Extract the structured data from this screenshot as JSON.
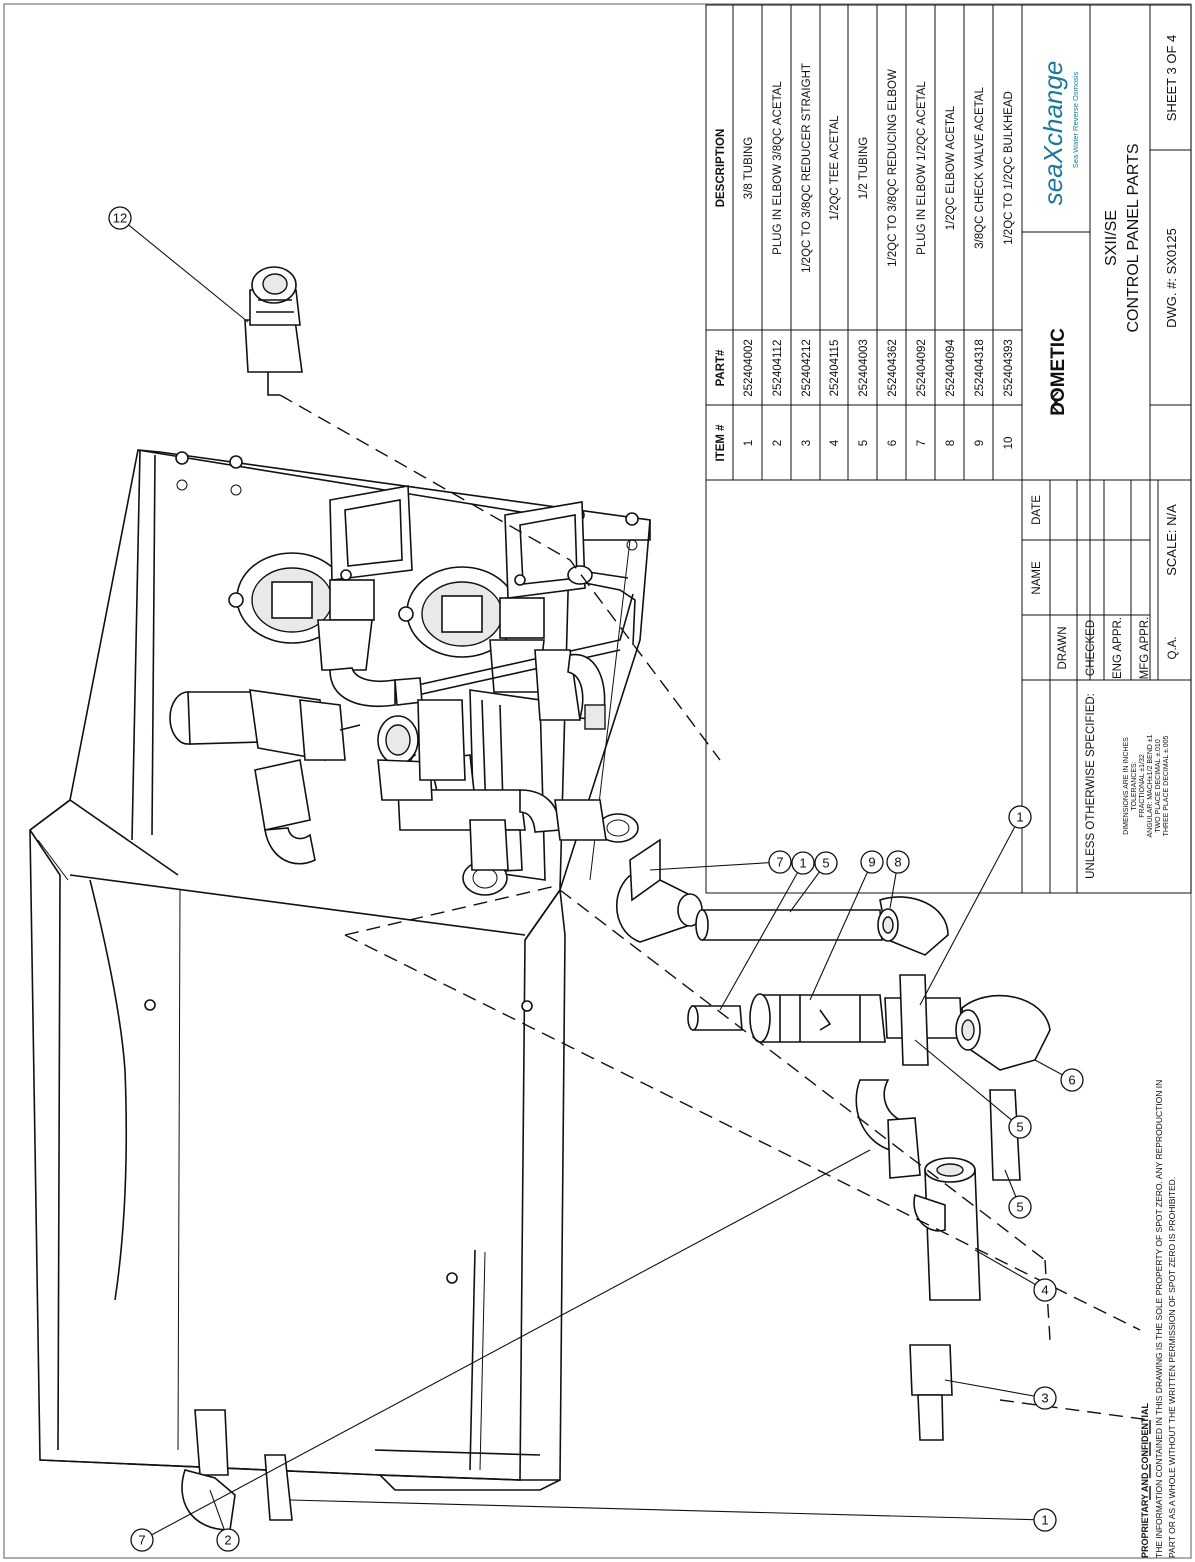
{
  "bom": {
    "headers": {
      "item": "ITEM #",
      "part": "PART#",
      "desc": "DESCRIPTION"
    },
    "rows": [
      {
        "item": "1",
        "part": "252404002",
        "desc": "3/8 TUBING"
      },
      {
        "item": "2",
        "part": "252404112",
        "desc": "PLUG IN ELBOW 3/8QC ACETAL"
      },
      {
        "item": "3",
        "part": "252404212",
        "desc": "1/2QC TO 3/8QC REDUCER STRAIGHT"
      },
      {
        "item": "4",
        "part": "252404115",
        "desc": "1/2QC TEE ACETAL"
      },
      {
        "item": "5",
        "part": "252404003",
        "desc": "1/2 TUBING"
      },
      {
        "item": "6",
        "part": "252404362",
        "desc": "1/2QC TO 3/8QC REDUCING ELBOW"
      },
      {
        "item": "7",
        "part": "252404092",
        "desc": "PLUG IN ELBOW 1/2QC ACETAL"
      },
      {
        "item": "8",
        "part": "252404094",
        "desc": "1/2QC ELBOW ACETAL"
      },
      {
        "item": "9",
        "part": "252404318",
        "desc": "3/8QC CHECK VALVE ACETAL"
      },
      {
        "item": "10",
        "part": "252404393",
        "desc": "1/2QC TO 1/2QC BULKHEAD"
      }
    ]
  },
  "title_block": {
    "brand_dometic": "DOMETIC",
    "brand_seaxchange": "seaXchange",
    "brand_tagline": "Sea Water Reverse Osmosis",
    "drawing_title_line1": "SXII/SE",
    "drawing_title_line2": "CONTROL PANEL PARTS",
    "scale": "SCALE: N/A",
    "dwg_no": "DWG. #: SX0125",
    "sheet": "SHEET 3 OF 4",
    "name_label": "NAME",
    "date_label": "DATE",
    "drawn": "DRAWN",
    "checked": "CHECKED",
    "eng_appr": "ENG APPR.",
    "mfg_appr": "MFG APPR.",
    "qa": "Q.A."
  },
  "tolerance": {
    "heading": "UNLESS OTHERWISE SPECIFIED:",
    "line1": "DIMENSIONS ARE IN INCHES",
    "line2": "TOLERANCES:",
    "line3": "FRACTIONAL ±1/32",
    "line4": "ANGULAR: MACH±1/2   BEND ±1",
    "line5": "TWO PLACE DECIMAL   ±.010",
    "line6": "THREE PLACE DECIMAL   ±.005"
  },
  "proprietary": {
    "heading": "PROPRIETARY AND CONFIDENTIAL",
    "line1": "THE INFORMATION CONTAINED IN THIS DRAWING IS THE SOLE PROPERTY OF SPOT ZERO.  ANY REPRODUCTION IN",
    "line2": "PART OR AS A WHOLE WITHOUT THE WRITTEN PERMISSION OF SPOT ZERO IS PROHIBITED."
  },
  "balloons": {
    "b12": "12",
    "b7a": "7",
    "b1a": "1",
    "b5a": "5",
    "b9": "9",
    "b8": "8",
    "b1b": "1",
    "b6": "6",
    "b5b": "5",
    "b5c": "5",
    "b4": "4",
    "b3": "3",
    "b1c": "1",
    "b2": "2",
    "b7b": "7"
  }
}
